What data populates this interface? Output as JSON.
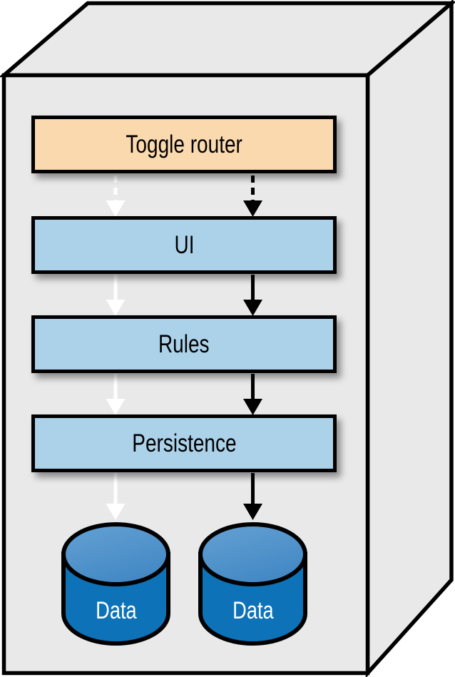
{
  "figure": {
    "kind": "3d-container-architecture-diagram",
    "nodes": [
      {
        "id": "toggle-router",
        "label": "Toggle router",
        "shape": "rectangle",
        "fill": "#FBD9AE"
      },
      {
        "id": "ui",
        "label": "UI",
        "shape": "rectangle",
        "fill": "#ACD2E9"
      },
      {
        "id": "rules",
        "label": "Rules",
        "shape": "rectangle",
        "fill": "#ACD2E9"
      },
      {
        "id": "persistence",
        "label": "Persistence",
        "shape": "rectangle",
        "fill": "#ACD2E9"
      },
      {
        "id": "data-store-left",
        "label": "Data",
        "shape": "cylinder",
        "fill": "#0D72B8"
      },
      {
        "id": "data-store-right",
        "label": "Data",
        "shape": "cylinder",
        "fill": "#0D72B8"
      }
    ],
    "edges": [
      {
        "from": "toggle-router",
        "to": "ui",
        "line": "dashed",
        "color": "#FFFFFF"
      },
      {
        "from": "toggle-router",
        "to": "ui",
        "line": "dashed",
        "color": "#000000"
      },
      {
        "from": "ui",
        "to": "rules",
        "line": "solid",
        "color": "#FFFFFF"
      },
      {
        "from": "ui",
        "to": "rules",
        "line": "solid",
        "color": "#000000"
      },
      {
        "from": "rules",
        "to": "persistence",
        "line": "solid",
        "color": "#FFFFFF"
      },
      {
        "from": "rules",
        "to": "persistence",
        "line": "solid",
        "color": "#000000"
      },
      {
        "from": "persistence",
        "to": "data-store-left",
        "line": "solid",
        "color": "#FFFFFF"
      },
      {
        "from": "persistence",
        "to": "data-store-right",
        "line": "solid",
        "color": "#000000"
      }
    ],
    "colors": {
      "container_fill": "#E9E9E9",
      "outline": "#000000",
      "box_orange": "#FBD9AE",
      "box_blue": "#ACD2E9",
      "cylinder_body": "#0D72B8",
      "cylinder_top": "#4E95CC",
      "box_text": "#000000",
      "cylinder_text": "#FFFFFF"
    }
  }
}
